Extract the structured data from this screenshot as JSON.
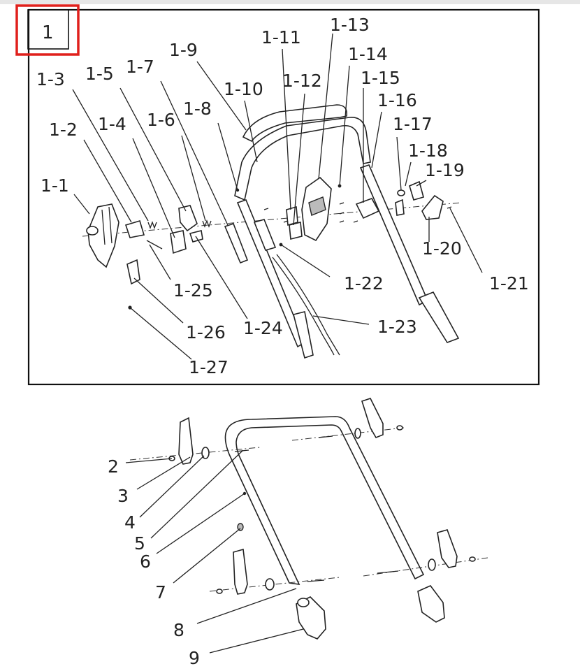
{
  "badge": "1",
  "upper_labels": [
    "1-1",
    "1-2",
    "1-3",
    "1-4",
    "1-5",
    "1-6",
    "1-7",
    "1-8",
    "1-9",
    "1-10",
    "1-11",
    "1-12",
    "1-13",
    "1-14",
    "1-15",
    "1-16",
    "1-17",
    "1-18",
    "1-19",
    "1-20",
    "1-21",
    "1-22",
    "1-23",
    "1-24",
    "1-25",
    "1-26",
    "1-27"
  ],
  "lower_labels": [
    "2",
    "3",
    "4",
    "5",
    "6",
    "7",
    "8",
    "9"
  ],
  "colors": {
    "badge_border": "#e0201c",
    "line": "#222222"
  }
}
